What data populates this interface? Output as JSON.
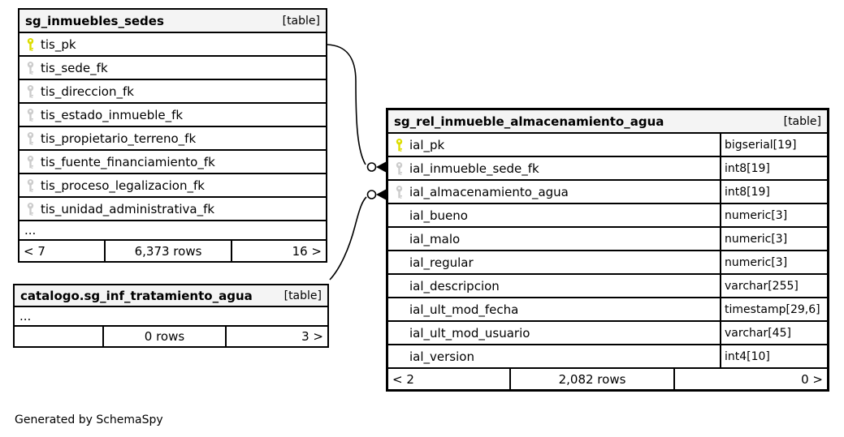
{
  "diagram": {
    "footer_note": "Generated by SchemaSpy"
  },
  "colors": {
    "pk_key": "#dddd00",
    "fk_key": "#cccccc",
    "header_bg": "#f4f4f4",
    "border": "#000000",
    "relationship_line": "#000000"
  },
  "tables": [
    {
      "title": "sg_inmuebles_sedes",
      "tag": "[table]",
      "columns": [
        {
          "name": "tis_pk",
          "key": "pk"
        },
        {
          "name": "tis_sede_fk",
          "key": "fk"
        },
        {
          "name": "tis_direccion_fk",
          "key": "fk"
        },
        {
          "name": "tis_estado_inmueble_fk",
          "key": "fk"
        },
        {
          "name": "tis_propietario_terreno_fk",
          "key": "fk"
        },
        {
          "name": "tis_fuente_financiamiento_fk",
          "key": "fk"
        },
        {
          "name": "tis_proceso_legalizacion_fk",
          "key": "fk"
        },
        {
          "name": "tis_unidad_administrativa_fk",
          "key": "fk"
        },
        {
          "name": "..."
        }
      ],
      "footer": {
        "left": "< 7",
        "center": "6,373 rows",
        "right": "16 >"
      }
    },
    {
      "title": "sg_rel_inmueble_almacenamiento_agua",
      "tag": "[table]",
      "columns": [
        {
          "name": "ial_pk",
          "key": "pk",
          "type": "bigserial[19]"
        },
        {
          "name": "ial_inmueble_sede_fk",
          "key": "fk",
          "type": "int8[19]"
        },
        {
          "name": "ial_almacenamiento_agua",
          "key": "fk",
          "type": "int8[19]"
        },
        {
          "name": "ial_bueno",
          "type": "numeric[3]"
        },
        {
          "name": "ial_malo",
          "type": "numeric[3]"
        },
        {
          "name": "ial_regular",
          "type": "numeric[3]"
        },
        {
          "name": "ial_descripcion",
          "type": "varchar[255]"
        },
        {
          "name": "ial_ult_mod_fecha",
          "type": "timestamp[29,6]"
        },
        {
          "name": "ial_ult_mod_usuario",
          "type": "varchar[45]"
        },
        {
          "name": "ial_version",
          "type": "int4[10]"
        }
      ],
      "footer": {
        "left": "< 2",
        "center": "2,082 rows",
        "right": "0 >"
      }
    },
    {
      "title": "catalogo.sg_inf_tratamiento_agua",
      "tag": "[table]",
      "columns": [
        {
          "name": "..."
        }
      ],
      "footer": {
        "left": "",
        "center": "0 rows",
        "right": "3 >"
      }
    }
  ]
}
